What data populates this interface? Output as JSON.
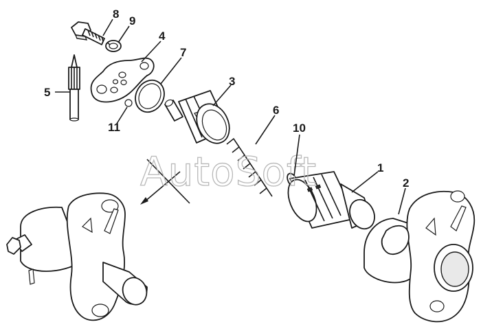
{
  "watermark": "AutoSoft",
  "callouts": [
    {
      "id": "8",
      "label": "8"
    },
    {
      "id": "9",
      "label": "9"
    },
    {
      "id": "4",
      "label": "4"
    },
    {
      "id": "7",
      "label": "7"
    },
    {
      "id": "5",
      "label": "5"
    },
    {
      "id": "11",
      "label": "11"
    },
    {
      "id": "3",
      "label": "3"
    },
    {
      "id": "6",
      "label": "6"
    },
    {
      "id": "10",
      "label": "10"
    },
    {
      "id": "1",
      "label": "1"
    },
    {
      "id": "2",
      "label": "2"
    }
  ],
  "colors": {
    "ink": "#1a1a1a",
    "paper": "#ffffff",
    "watermark": "#b8b8b8"
  }
}
